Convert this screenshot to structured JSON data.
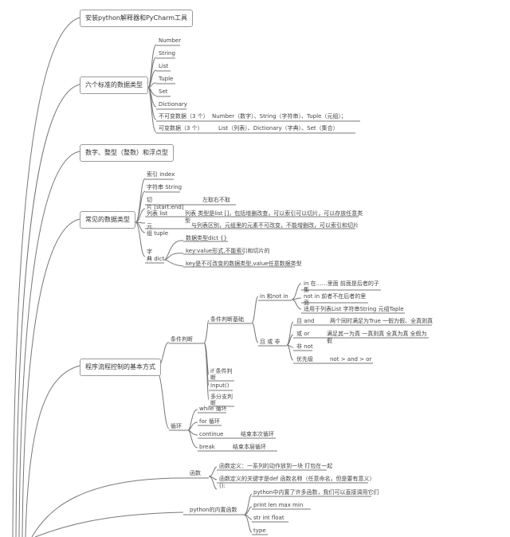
{
  "main_topics": [
    "安装python解释器和PyCharm工具",
    "六个标准的数据类型",
    "数字、整型（整数）和浮点型",
    "常见的数据类型",
    "程序流程控制的基本方式"
  ],
  "data_types": {
    "items": [
      "Number",
      "String",
      "List",
      "Tuple",
      "Set",
      "Dictionary"
    ],
    "immutable_label": "不可变数据（3 个）",
    "immutable_value": "Number（数字）、String（字符串）、Tuple（元组）；",
    "mutable_label": "可变数据（3 个）",
    "mutable_value": "List（列表）、Dictionary（字典）、Set（集合）"
  },
  "common_types": {
    "index": "索引 index",
    "string": "字符串 String",
    "slice_a": "切",
    "slice_b": "片 [start:end]",
    "slice_note": "左取右不取",
    "list": "列表 list",
    "list_note": "列表 类型是list []，包括增删改查，可以索引可以切片，可以存放任意类",
    "list_note2": "型",
    "tuple_a": "元",
    "tuple_b": "组 tuple",
    "tuple_note": "与列表区别，元组里的元素不可改变，不能增删改，可以索引和切片",
    "dict_a": "字",
    "dict_b": "典 dict",
    "dict_note1": "数据类型dict {}",
    "dict_note2": "key:value形式,不能索引和切片的",
    "dict_note3": "key是不可改变的数据类型,value任意数据类型"
  },
  "flow": {
    "condition": "条件判断",
    "cond_basis": "条件判断基础",
    "in_notin": "in 和not in",
    "in_desc_1": "in  在……里面  前面是后者的子",
    "in_desc_2": "集",
    "notin_desc": "not in  前者不在后者的里",
    "notin_desc2": "面",
    "applies_to": "适用于列表List  字符串String   元组Taple",
    "and_or_not": "且 或 非",
    "and_label": "且 and",
    "and_desc": "两个同时满足为True 一假为假、全真则真",
    "or_label": "或 or",
    "or_desc": "满足其一为真   一真则真 全真为真 全假为",
    "or_desc2": "假",
    "not_label": "非 not",
    "priority_label": "优先级",
    "priority_value": "not > and > or",
    "if_a": "if 条件判",
    "if_b": "断",
    "input": "input()",
    "multi_a": "多分支判",
    "multi_b": "断",
    "loop": "循环",
    "while": "while 循环",
    "for": "for 循环",
    "continue": "continue",
    "continue_desc": "结束本次循环",
    "break": "break",
    "break_desc": "结束本层循环"
  },
  "functions": {
    "label": "函数",
    "def_desc": "函数定义：一系列的动作放到一块 打包在一起",
    "def_keyword": "函数定义的关键字是def  函数名称（任意命名，但是要有意义）",
    "def_paren": "():",
    "builtins": "python的内置函数",
    "builtins_desc": "python中内置了许多函数，我们可以直接调用它们",
    "b_row1": "print   len    max    min",
    "b_row2": "str    int   float",
    "b_row3": "type"
  }
}
